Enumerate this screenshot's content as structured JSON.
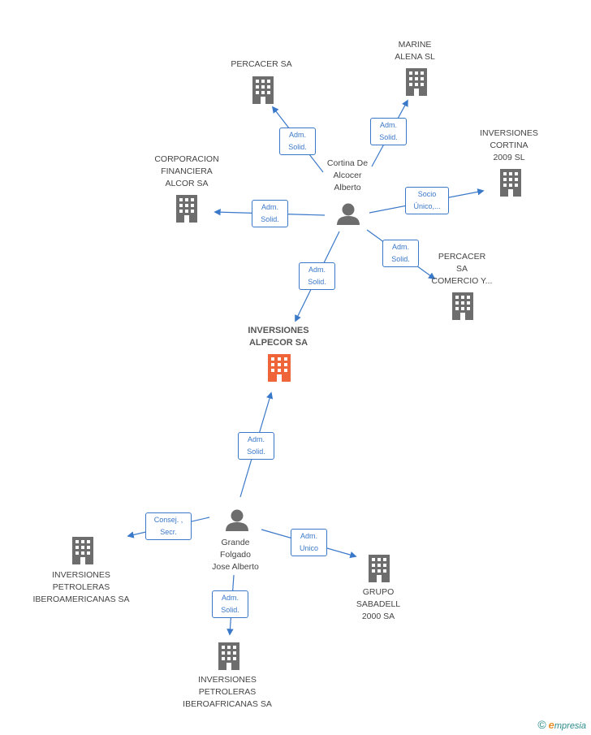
{
  "colors": {
    "edge": "#3a78c9",
    "company_icon": "#6d6d6d",
    "main_icon": "#f0643a",
    "person_icon": "#6d6d6d"
  },
  "nodes": {
    "percacer_sa": {
      "label": "PERCACER SA",
      "icon": "building-icon"
    },
    "marine_alena": {
      "label": "MARINE\nALENA SL",
      "icon": "building-icon"
    },
    "inversiones_cortina": {
      "label": "INVERSIONES\nCORTINA\n2009 SL",
      "icon": "building-icon"
    },
    "corporacion_financiera": {
      "label": "CORPORACION\nFINANCIERA\nALCOR SA",
      "icon": "building-icon"
    },
    "cortina_person": {
      "label": "Cortina De\nAlcocer\nAlberto",
      "icon": "person-icon"
    },
    "percacer_comercio": {
      "label": "PERCACER\nSA\nCOMERCIO Y...",
      "icon": "building-icon"
    },
    "inversiones_alpecor": {
      "label": "INVERSIONES\nALPECOR SA",
      "icon": "building-icon"
    },
    "grande_person": {
      "label": "Grande\nFolgado\nJose Alberto",
      "icon": "person-icon"
    },
    "petroleras_iberoamericanas": {
      "label": "INVERSIONES\nPETROLERAS\nIBEROAMERICANAS SA",
      "icon": "building-icon"
    },
    "grupo_sabadell": {
      "label": "GRUPO\nSABADELL\n2000 SA",
      "icon": "building-icon"
    },
    "petroleras_iberoafricanas": {
      "label": "INVERSIONES\nPETROLERAS\nIBEROAFRICANAS SA",
      "icon": "building-icon"
    }
  },
  "edges": {
    "e1": "Adm.\nSolid.",
    "e2": "Adm.\nSolid.",
    "e3": "Socio\nÚnico,...",
    "e4": "Adm.\nSolid.",
    "e5": "Adm.\nSolid.",
    "e6": "Adm.\nSolid.",
    "e7": "Adm.\nSolid.",
    "e8": "Consej. ,\nSecr.",
    "e9": "Adm.\nUnico",
    "e10": "Adm.\nSolid."
  },
  "watermark": {
    "symbol": "©",
    "brand_initial": "e",
    "brand_rest": "mpresia"
  }
}
